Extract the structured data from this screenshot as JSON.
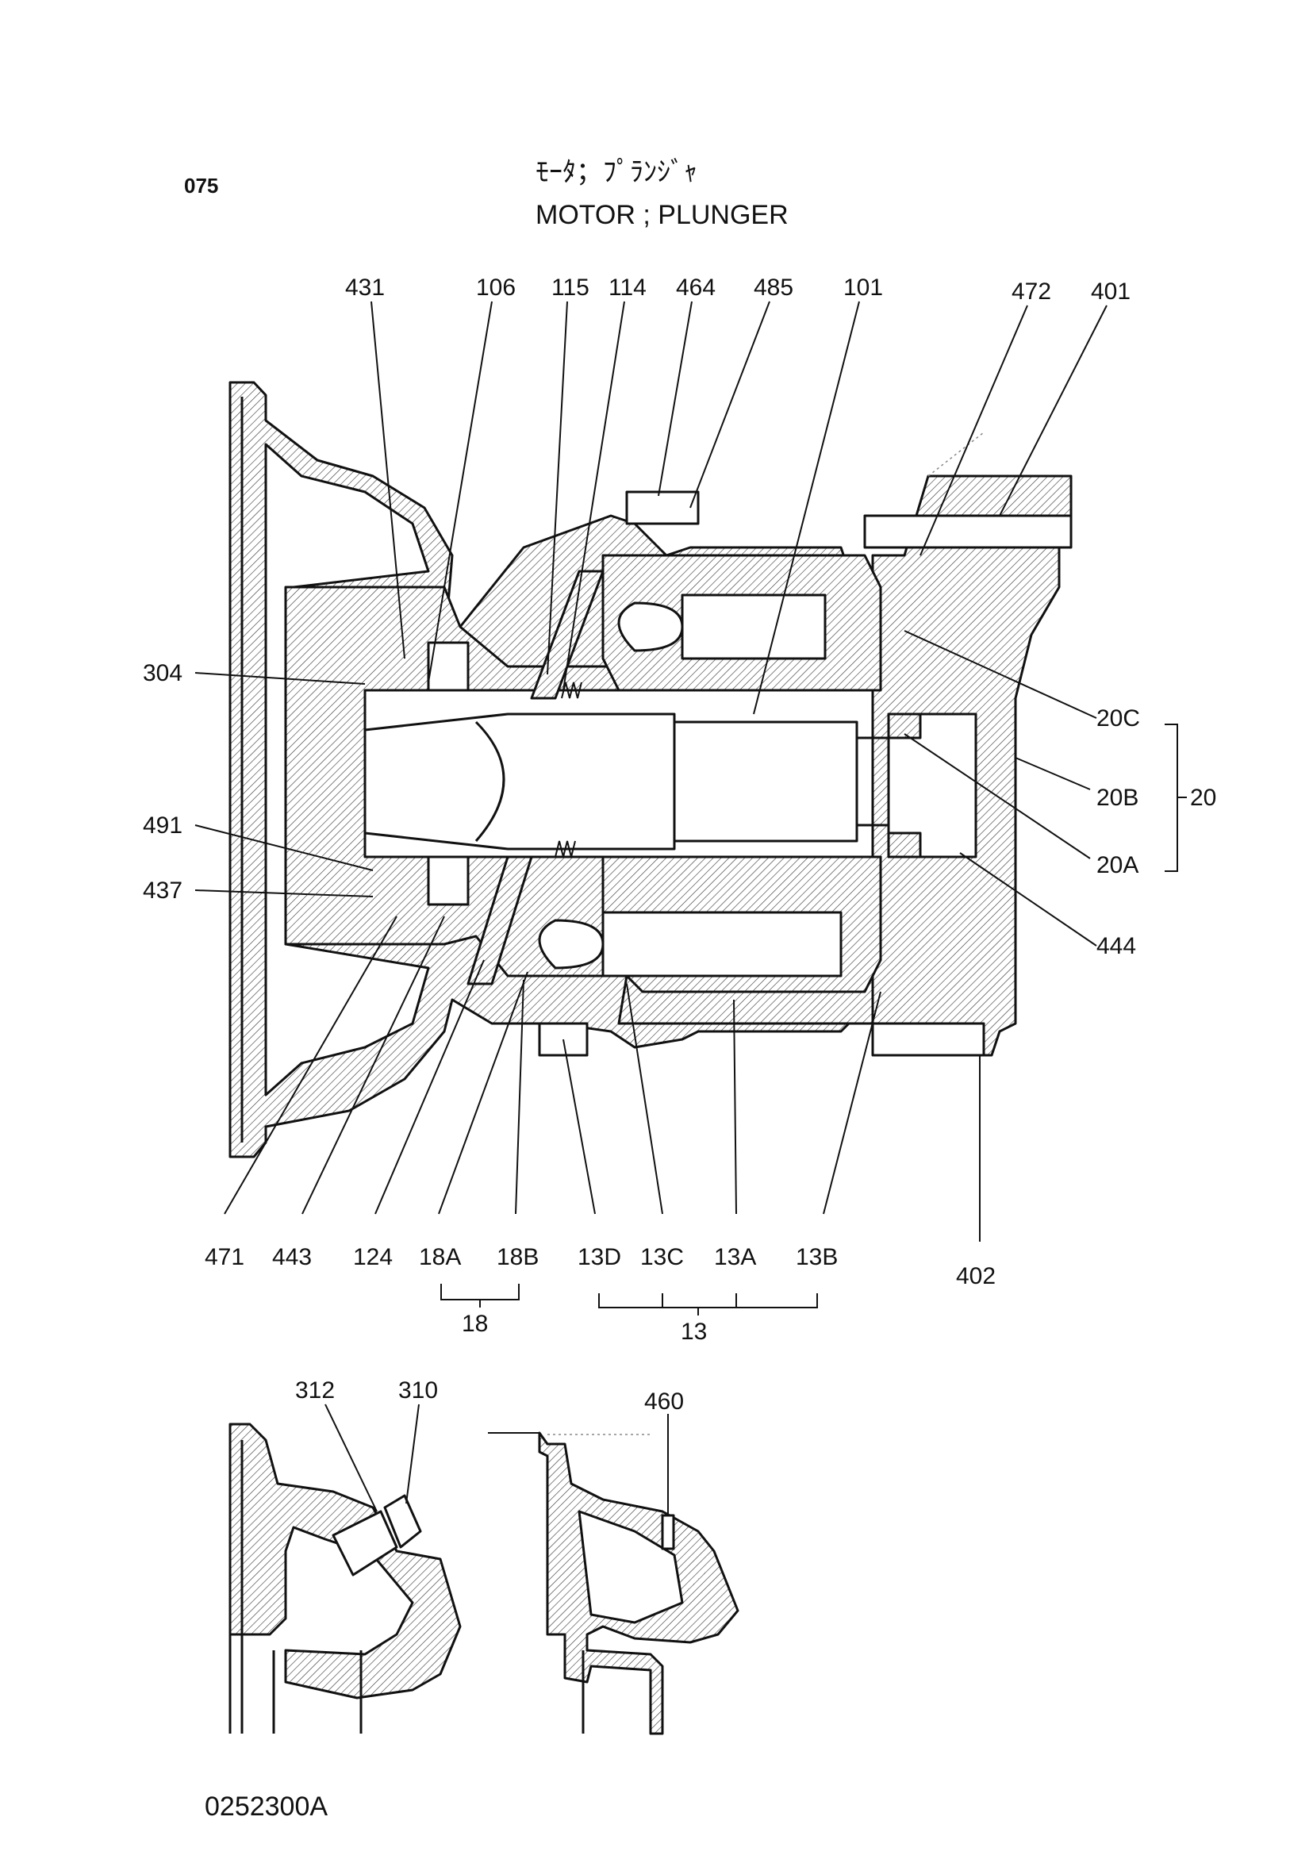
{
  "header": {
    "page_number": "075",
    "title_ja": "ﾓｰﾀ；ﾌﾟﾗﾝｼﾞｬ",
    "title_en": "MOTOR ; PLUNGER"
  },
  "callouts": {
    "c431": "431",
    "c106": "106",
    "c115": "115",
    "c114": "114",
    "c464": "464",
    "c485": "485",
    "c101": "101",
    "c472": "472",
    "c401": "401",
    "c304": "304",
    "c491": "491",
    "c437": "437",
    "c20C": "20C",
    "c20B": "20B",
    "c20": "20",
    "c20A": "20A",
    "c444": "444",
    "c471": "471",
    "c443": "443",
    "c124": "124",
    "c18A": "18A",
    "c18B": "18B",
    "c13D": "13D",
    "c13C": "13C",
    "c13A": "13A",
    "c13B": "13B",
    "c402": "402",
    "c18": "18",
    "c13": "13",
    "c312": "312",
    "c310": "310",
    "c460": "460"
  },
  "footer": {
    "document_id": "0252300A"
  }
}
